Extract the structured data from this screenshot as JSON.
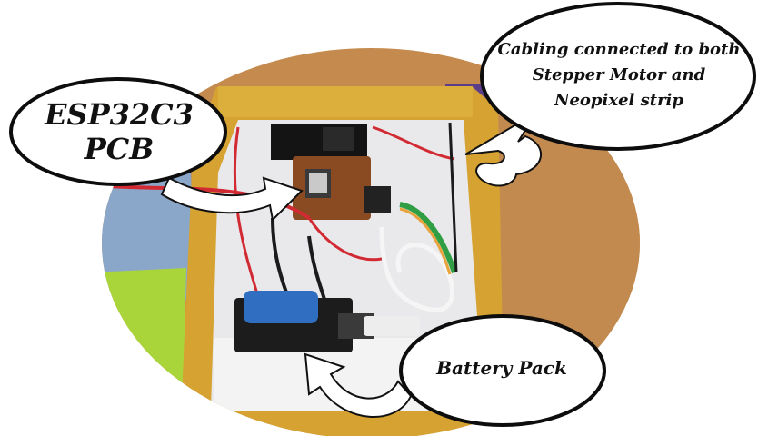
{
  "labels": {
    "pcb": "ESP32C3 PCB",
    "cabling": "Cabling connected to both Stepper Motor and Neopixel strip",
    "battery": "Battery Pack"
  },
  "colors": {
    "wood": "#d6a332",
    "wood_dark": "#b07e1f",
    "inner": "#e9e9ec",
    "green_shirt": "#a9d53a",
    "blue_fabric": "#8aa6c9",
    "floor": "#c48a4e",
    "wire_red": "#d22a33",
    "wire_black": "#1b1b1b",
    "battery_blue": "#2f6ec0",
    "pcb_brown": "#8a4a22"
  }
}
